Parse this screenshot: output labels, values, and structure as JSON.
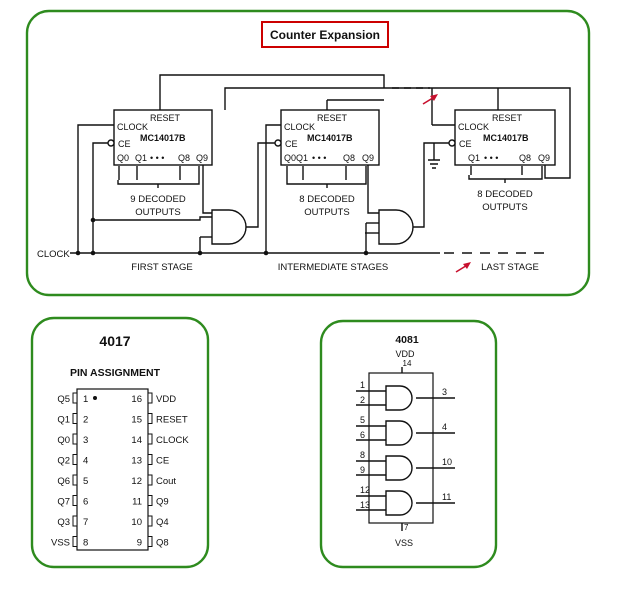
{
  "counter": {
    "title": "Counter Expansion",
    "chip": "MC14017B",
    "reset": "RESET",
    "clock": "CLOCK",
    "ce": "CE",
    "q0": "Q0",
    "q1": "Q1",
    "q8": "Q8",
    "q9": "Q9",
    "q0q1": "Q0Q1",
    "dots": "• • •",
    "decoded_first": "9 DECODED",
    "decoded_other": "8 DECODED",
    "outputs": "OUTPUTS",
    "clock_in": "CLOCK",
    "first_stage": "FIRST STAGE",
    "intermediate": "INTERMEDIATE STAGES",
    "last_stage": "LAST STAGE",
    "arrow_color": "#c8102e"
  },
  "pin4017": {
    "title": "4017",
    "subtitle": "PIN ASSIGNMENT",
    "left": [
      {
        "name": "Q5",
        "pin": "1"
      },
      {
        "name": "Q1",
        "pin": "2"
      },
      {
        "name": "Q0",
        "pin": "3"
      },
      {
        "name": "Q2",
        "pin": "4"
      },
      {
        "name": "Q6",
        "pin": "5"
      },
      {
        "name": "Q7",
        "pin": "6"
      },
      {
        "name": "Q3",
        "pin": "7"
      },
      {
        "name": "VSS",
        "pin": "8"
      }
    ],
    "right": [
      {
        "name": "VDD",
        "pin": "16"
      },
      {
        "name": "RESET",
        "pin": "15"
      },
      {
        "name": "CLOCK",
        "pin": "14"
      },
      {
        "name": "CE",
        "pin": "13"
      },
      {
        "name": "Cout",
        "pin": "12"
      },
      {
        "name": "Q9",
        "pin": "11"
      },
      {
        "name": "Q4",
        "pin": "10"
      },
      {
        "name": "Q8",
        "pin": "9"
      }
    ]
  },
  "chip4081": {
    "title": "4081",
    "vdd": "VDD",
    "vdd_pin": "14",
    "vss": "VSS",
    "vss_pin": "7",
    "gates": [
      {
        "a": "1",
        "b": "2",
        "out": "3"
      },
      {
        "a": "5",
        "b": "6",
        "out": "4"
      },
      {
        "a": "8",
        "b": "9",
        "out": "10"
      },
      {
        "a": "12",
        "b": "13",
        "out": "11"
      }
    ]
  },
  "colors": {
    "panel_border": "#2e8b1e",
    "title_border": "#cc0000"
  }
}
